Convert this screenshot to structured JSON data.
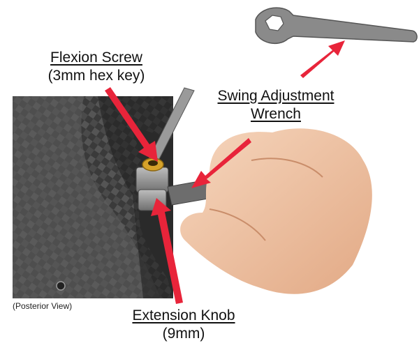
{
  "labels": {
    "flexion_screw_title": "Flexion Screw",
    "flexion_screw_note": "(3mm hex key)",
    "swing_wrench_line1": "Swing Adjustment",
    "swing_wrench_line2": "Wrench",
    "extension_knob_title": "Extension Knob",
    "extension_knob_note": "(9mm)",
    "view_caption": "(Posterior View)"
  },
  "colors": {
    "arrow": "#e8243a",
    "carbon_dark": "#2b2b2b",
    "carbon_light": "#6a6a6a",
    "wrench": "#8a8a8a",
    "brass": "#d6a22a",
    "skin": "#f0c8a8"
  },
  "icons": [
    "wrench-icon",
    "arrow-icon"
  ]
}
